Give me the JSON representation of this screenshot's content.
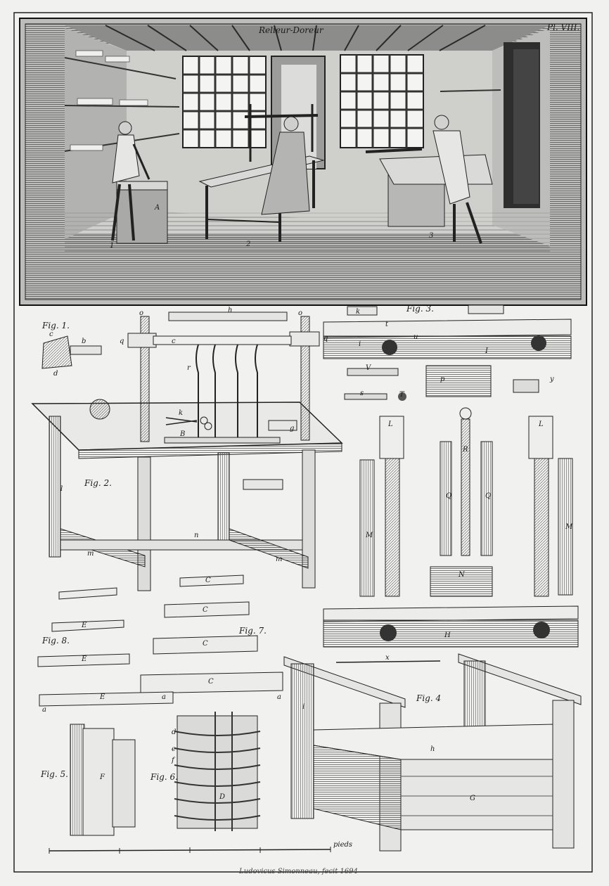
{
  "plate": {
    "title": "Relieur-Doreur",
    "plate_number": "Pl. VIII.",
    "credit": "Ludovicus Simonneau, fecit 1694"
  },
  "vignette": {
    "letters": [
      "A",
      "1",
      "2",
      "3"
    ]
  },
  "figures": {
    "fig1": "Fig. 1.",
    "fig2": "Fig. 2.",
    "fig3": "Fig. 3.",
    "fig4": "Fig. 4",
    "fig5": "Fig. 5.",
    "fig6": "Fig. 6.",
    "fig7": "Fig. 7.",
    "fig8": "Fig. 8."
  },
  "letters": {
    "a": "a",
    "b": "b",
    "c": "c",
    "d": "d",
    "e": "e",
    "f": "f",
    "g": "g",
    "h": "h",
    "i": "i",
    "k": "k",
    "l": "l",
    "m": "m",
    "n": "n",
    "o": "o",
    "p": "p",
    "q": "q",
    "r": "r",
    "s": "s",
    "t": "t",
    "u": "u",
    "v": "V",
    "x": "x",
    "y": "y",
    "B": "B",
    "C": "C",
    "D": "D",
    "E": "E",
    "F": "F",
    "G": "G",
    "H": "H",
    "I": "I",
    "L": "L",
    "M": "M",
    "N": "N",
    "Q": "Q",
    "R": "R",
    "T": "T"
  },
  "scale": {
    "label": "pieds"
  }
}
